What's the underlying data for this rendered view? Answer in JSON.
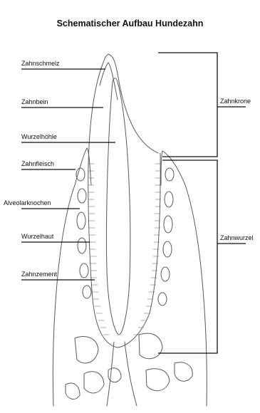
{
  "title": "Schematischer Aufbau Hundezahn",
  "labels_left": {
    "zahnschmelz": "Zahnschmelz",
    "zahnbein": "Zahnbein",
    "wurzelhoehle": "Wurzelhöhle",
    "zahnfleisch": "Zahnfleisch",
    "alveolarknochen": "Alveolarknochen",
    "wurzelhaut": "Wurzelhaut",
    "zahnzement": "Zahnzement"
  },
  "labels_right": {
    "zahnkrone": "Zahnkrone",
    "zahnwurzel": "Zahnwurzel"
  },
  "colors": {
    "ink": "#111111",
    "pencil": "#5a5a5a",
    "paper": "#ffffff"
  }
}
